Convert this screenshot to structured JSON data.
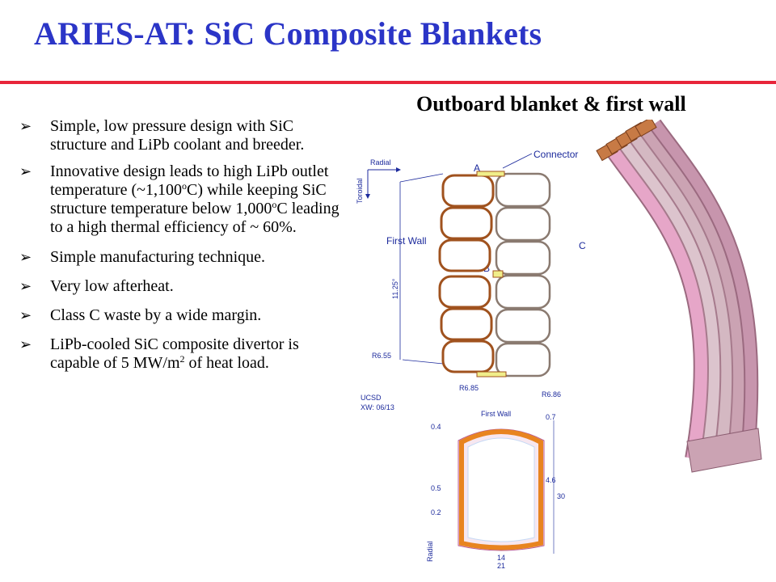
{
  "title": "ARIES-AT: SiC Composite Blankets",
  "subtitle": "Outboard blanket & first wall",
  "bullets": [
    {
      "text": "Simple, low pressure design with SiC structure and LiPb coolant and breeder."
    },
    {
      "pre": "Innovative design leads to high LiPb outlet temperature (~1,100",
      "sup1": "o",
      "mid": "C) while keeping SiC structure temperature below 1,000",
      "sup2": "o",
      "post": "C leading to a high thermal efficiency of  ~ 60%."
    },
    {
      "text": "Simple manufacturing technique."
    },
    {
      "text": "Very low afterheat."
    },
    {
      "text": "Class C waste by a wide margin."
    },
    {
      "pre": "LiPb-cooled SiC composite divertor is capable of 5 MW/m",
      "sup": "2",
      "post": " of heat load."
    }
  ],
  "drawing": {
    "radial": "Radial",
    "toroidal": "Toroidal",
    "connector": "Connector",
    "first_wall": "First  Wall",
    "angle": "11.25°",
    "point_a": "A",
    "point_b": "B",
    "point_c": "C",
    "r655": "R6.55",
    "r685": "R6.85",
    "r686": "R6.86",
    "org": "UCSD",
    "author_date": "XW: 06/13"
  },
  "section": {
    "first_wall": "First Wall",
    "d04": "0.4",
    "d07": "0.7",
    "d05": "0.5",
    "d02": "0.2",
    "d46": "4.6",
    "d30": "30",
    "d14": "14",
    "d21": "21",
    "radial": "Radial"
  },
  "colors": {
    "title": "#2b35c7",
    "rule": "#e8253a",
    "sic_structure": "#a0521e",
    "first_wall_channel": "#f0ee8a",
    "section_wall": "#e88420",
    "blanket_shell": "#e6a6c8",
    "blanket_inner": "#cba3b3",
    "blanket_port": "#c77a45"
  }
}
